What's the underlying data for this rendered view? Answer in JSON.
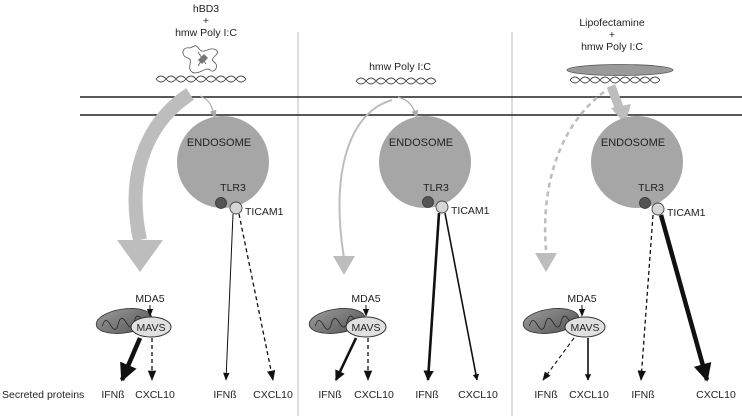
{
  "panels": [
    {
      "stimulus_line1": "hBD3",
      "stimulus_plus": "+",
      "stimulus_line2": "hmw Poly I:C",
      "endosome": "ENDOSOME",
      "tlr3": "TLR3",
      "ticam1": "TICAM1",
      "mda5": "MDA5",
      "mavs": "MAVS",
      "ifnb_left": "IFNß",
      "cxcl10_left": "CXCL10",
      "ifnb_right": "IFNß",
      "cxcl10_right": "CXCL10"
    },
    {
      "stimulus_line1": "hmw Poly I:C",
      "endosome": "ENDOSOME",
      "tlr3": "TLR3",
      "ticam1": "TICAM1",
      "mda5": "MDA5",
      "mavs": "MAVS",
      "ifnb_left": "IFNß",
      "cxcl10_left": "CXCL10",
      "ifnb_right": "IFNß",
      "cxcl10_right": "CXCL10"
    },
    {
      "stimulus_line1": "Lipofectamine",
      "stimulus_plus": "+",
      "stimulus_line2": "hmw Poly I:C",
      "endosome": "ENDOSOME",
      "tlr3": "TLR3",
      "ticam1": "TICAM1",
      "mda5": "MDA5",
      "mavs": "MAVS",
      "ifnb_left": "IFNß",
      "cxcl10_left": "CXCL10",
      "ifnb_right": "IFNß",
      "cxcl10_right": "CXCL10"
    }
  ],
  "secreted_proteins_label": "Secreted proteins",
  "colors": {
    "endosome_fill": "#a6a6a6",
    "grey_arrow": "#bdbdbd",
    "dark_arrow": "#111111",
    "membrane": "#222222"
  }
}
